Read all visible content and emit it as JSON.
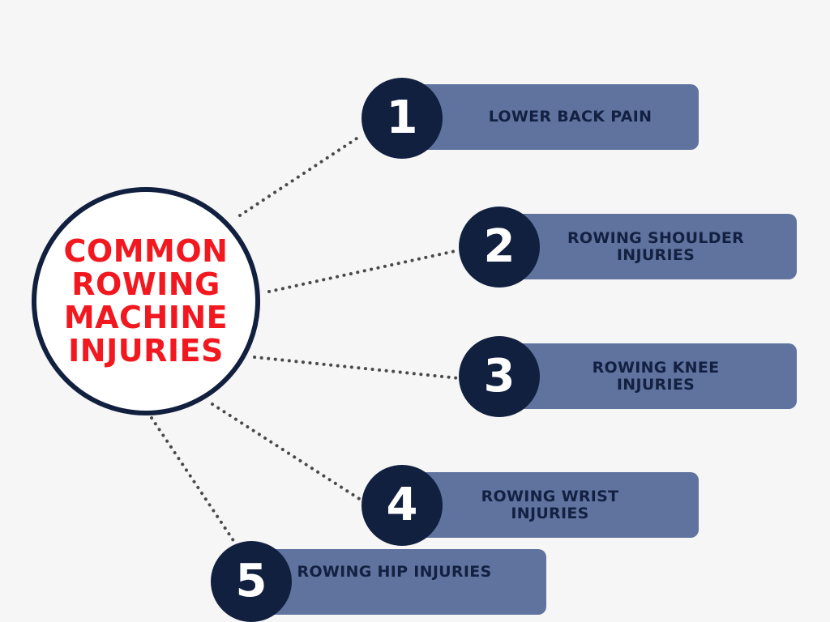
{
  "diagram": {
    "center": {
      "title": "COMMON ROWING MACHINE INJURIES"
    },
    "items": [
      {
        "number": "1",
        "label": "LOWER BACK PAIN"
      },
      {
        "number": "2",
        "label": "ROWING SHOULDER INJURIES"
      },
      {
        "number": "3",
        "label": "ROWING KNEE INJURIES"
      },
      {
        "number": "4",
        "label": "ROWING WRIST INJURIES"
      },
      {
        "number": "5",
        "label": "ROWING HIP INJURIES"
      }
    ],
    "colors": {
      "background": "#f6f6f6",
      "navy": "#12203f",
      "bar": "#5f739e",
      "title_red": "#f2181f",
      "number_white": "#ffffff"
    }
  }
}
